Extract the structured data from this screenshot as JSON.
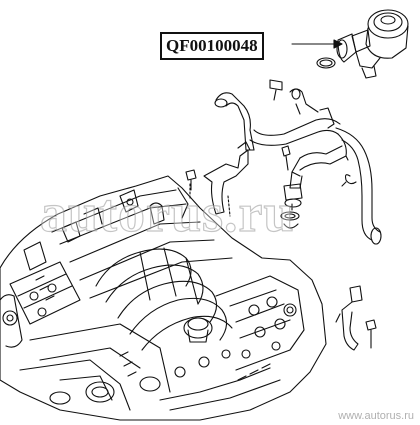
{
  "part_number": "QF00100048",
  "watermark_text": "autorus.ru",
  "credit_text": "www.autorus.ru",
  "colors": {
    "line": "#111111",
    "watermark": "#9a9a9a"
  }
}
